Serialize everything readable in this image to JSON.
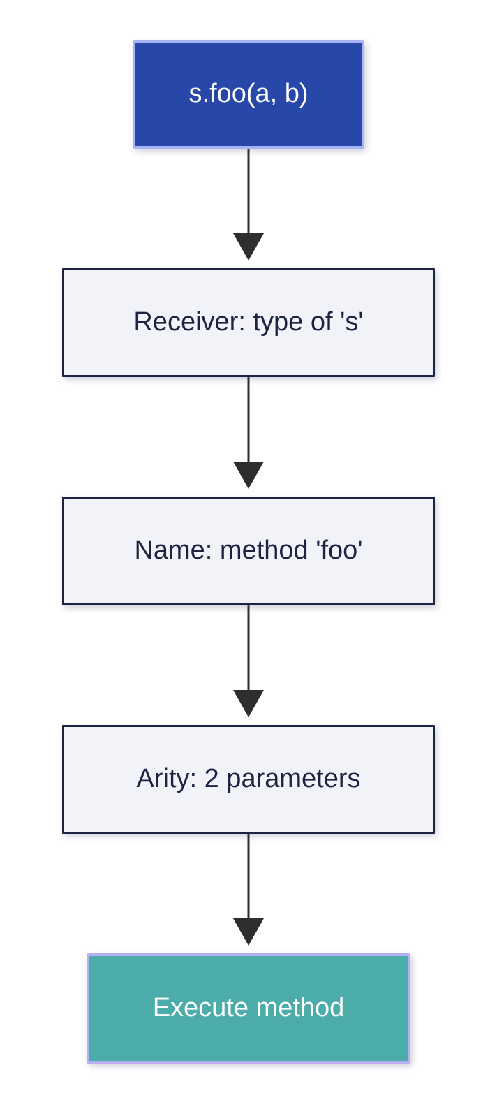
{
  "canvas": {
    "background": "#ffffff"
  },
  "connector": {
    "color": "#2e2e2e",
    "style": "solid",
    "direction": "down"
  },
  "nodes": [
    {
      "id": "call",
      "label": "s.foo(a, b)",
      "role": "start",
      "fill": "#2747a9",
      "border": "#a9b4f6",
      "text_color": "#ffffff"
    },
    {
      "id": "receiver",
      "label": "Receiver: type of 's'",
      "role": "process",
      "fill": "#f1f3f8",
      "border": "#1d2342",
      "text_color": "#1d2342"
    },
    {
      "id": "name",
      "label": "Name: method 'foo'",
      "role": "process",
      "fill": "#f1f3f8",
      "border": "#1d2342",
      "text_color": "#1d2342"
    },
    {
      "id": "arity",
      "label": "Arity: 2 parameters",
      "role": "process",
      "fill": "#f1f3f8",
      "border": "#1d2342",
      "text_color": "#1d2342"
    },
    {
      "id": "execute",
      "label": "Execute method",
      "role": "end",
      "fill": "#4bacaa",
      "border": "#b7aff3",
      "text_color": "#ffffff"
    }
  ],
  "edges": [
    {
      "from": "call",
      "to": "receiver"
    },
    {
      "from": "receiver",
      "to": "name"
    },
    {
      "from": "name",
      "to": "arity"
    },
    {
      "from": "arity",
      "to": "execute"
    }
  ]
}
